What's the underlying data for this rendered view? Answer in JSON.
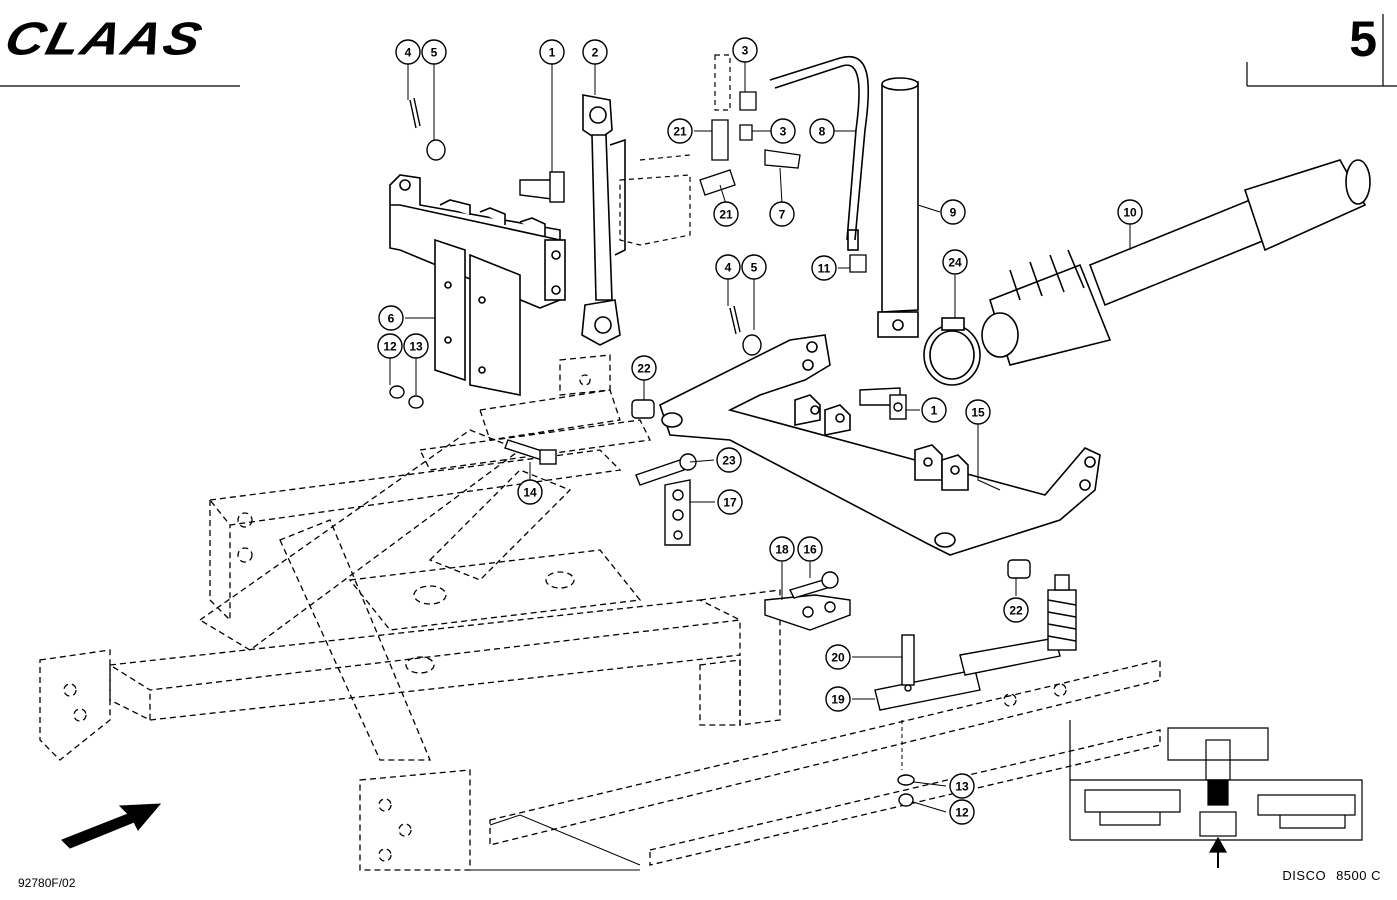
{
  "header": {
    "brand": "CLAAS",
    "page_number": "5"
  },
  "footer": {
    "drawing_number": "92780F/02",
    "model_name": "DISCO",
    "model_number": "8500 C"
  },
  "callouts": [
    {
      "id": "c4a",
      "label": "4"
    },
    {
      "id": "c5a",
      "label": "5"
    },
    {
      "id": "c1a",
      "label": "1"
    },
    {
      "id": "c2",
      "label": "2"
    },
    {
      "id": "c3a",
      "label": "3"
    },
    {
      "id": "c21a",
      "label": "21"
    },
    {
      "id": "c3b",
      "label": "3"
    },
    {
      "id": "c8",
      "label": "8"
    },
    {
      "id": "c21b",
      "label": "21"
    },
    {
      "id": "c7",
      "label": "7"
    },
    {
      "id": "c9",
      "label": "9"
    },
    {
      "id": "c10",
      "label": "10"
    },
    {
      "id": "c4b",
      "label": "4"
    },
    {
      "id": "c5b",
      "label": "5"
    },
    {
      "id": "c11",
      "label": "11"
    },
    {
      "id": "c24",
      "label": "24"
    },
    {
      "id": "c6",
      "label": "6"
    },
    {
      "id": "c12a",
      "label": "12"
    },
    {
      "id": "c13a",
      "label": "13"
    },
    {
      "id": "c22a",
      "label": "22"
    },
    {
      "id": "c1b",
      "label": "1"
    },
    {
      "id": "c15",
      "label": "15"
    },
    {
      "id": "c23",
      "label": "23"
    },
    {
      "id": "c14",
      "label": "14"
    },
    {
      "id": "c17",
      "label": "17"
    },
    {
      "id": "c18",
      "label": "18"
    },
    {
      "id": "c16",
      "label": "16"
    },
    {
      "id": "c22b",
      "label": "22"
    },
    {
      "id": "c20",
      "label": "20"
    },
    {
      "id": "c19",
      "label": "19"
    },
    {
      "id": "c13b",
      "label": "13"
    },
    {
      "id": "c12b",
      "label": "12"
    }
  ]
}
